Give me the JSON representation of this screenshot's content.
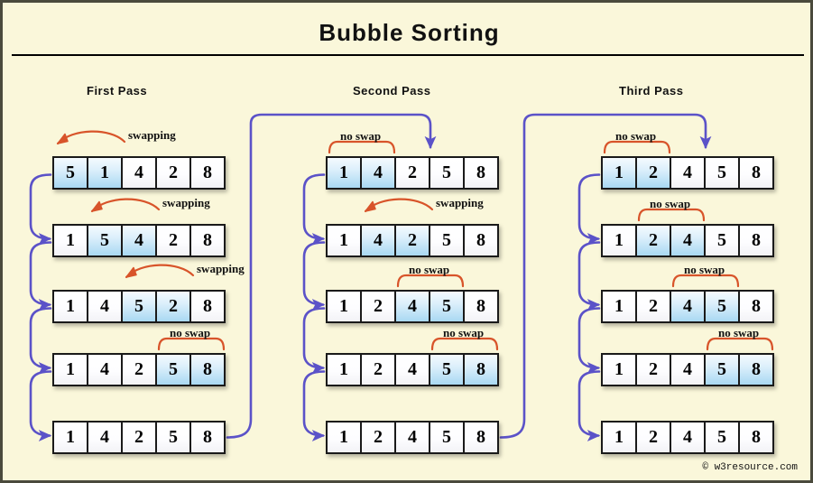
{
  "title": "Bubble  Sorting",
  "copyright": "© w3resource.com",
  "colors": {
    "background": "#FAF7DA",
    "frame": "#4a4a3c",
    "cell_border": "#1a1a1a",
    "highlight_blue": "#a9d8f2",
    "connector_blue": "#5b52c8",
    "annotation_red": "#d8542a"
  },
  "annotations": {
    "swapping": "swapping",
    "no_swap": "no swap"
  },
  "passes": [
    {
      "label": "First  Pass",
      "rows": [
        {
          "values": [
            "5",
            "1",
            "4",
            "2",
            "8"
          ],
          "highlight": [
            0,
            1
          ],
          "note": "swapping",
          "note_kind": "swap",
          "note_span": [
            0,
            1
          ]
        },
        {
          "values": [
            "1",
            "5",
            "4",
            "2",
            "8"
          ],
          "highlight": [
            1,
            2
          ],
          "note": "swapping",
          "note_kind": "swap",
          "note_span": [
            1,
            2
          ]
        },
        {
          "values": [
            "1",
            "4",
            "5",
            "2",
            "8"
          ],
          "highlight": [
            2,
            3
          ],
          "note": "swapping",
          "note_kind": "swap",
          "note_span": [
            2,
            3
          ]
        },
        {
          "values": [
            "1",
            "4",
            "2",
            "5",
            "8"
          ],
          "highlight": [
            3,
            4
          ],
          "note": "no swap",
          "note_kind": "no-swap",
          "note_span": [
            3,
            4
          ]
        },
        {
          "values": [
            "1",
            "4",
            "2",
            "5",
            "8"
          ],
          "highlight": [],
          "note": "",
          "note_kind": "none",
          "note_span": []
        }
      ]
    },
    {
      "label": "Second  Pass",
      "rows": [
        {
          "values": [
            "1",
            "4",
            "2",
            "5",
            "8"
          ],
          "highlight": [
            0,
            1
          ],
          "note": "no swap",
          "note_kind": "no-swap",
          "note_span": [
            0,
            1
          ]
        },
        {
          "values": [
            "1",
            "4",
            "2",
            "5",
            "8"
          ],
          "highlight": [
            1,
            2
          ],
          "note": "swapping",
          "note_kind": "swap",
          "note_span": [
            1,
            2
          ]
        },
        {
          "values": [
            "1",
            "2",
            "4",
            "5",
            "8"
          ],
          "highlight": [
            2,
            3
          ],
          "note": "no swap",
          "note_kind": "no-swap",
          "note_span": [
            2,
            3
          ]
        },
        {
          "values": [
            "1",
            "2",
            "4",
            "5",
            "8"
          ],
          "highlight": [
            3,
            4
          ],
          "note": "no swap",
          "note_kind": "no-swap",
          "note_span": [
            3,
            4
          ]
        },
        {
          "values": [
            "1",
            "2",
            "4",
            "5",
            "8"
          ],
          "highlight": [],
          "note": "",
          "note_kind": "none",
          "note_span": []
        }
      ]
    },
    {
      "label": "Third  Pass",
      "rows": [
        {
          "values": [
            "1",
            "2",
            "4",
            "5",
            "8"
          ],
          "highlight": [
            0,
            1
          ],
          "note": "no swap",
          "note_kind": "no-swap",
          "note_span": [
            0,
            1
          ]
        },
        {
          "values": [
            "1",
            "2",
            "4",
            "5",
            "8"
          ],
          "highlight": [
            1,
            2
          ],
          "note": "no swap",
          "note_kind": "no-swap",
          "note_span": [
            1,
            2
          ]
        },
        {
          "values": [
            "1",
            "2",
            "4",
            "5",
            "8"
          ],
          "highlight": [
            2,
            3
          ],
          "note": "no swap",
          "note_kind": "no-swap",
          "note_span": [
            2,
            3
          ]
        },
        {
          "values": [
            "1",
            "2",
            "4",
            "5",
            "8"
          ],
          "highlight": [
            3,
            4
          ],
          "note": "no swap",
          "note_kind": "no-swap",
          "note_span": [
            3,
            4
          ]
        },
        {
          "values": [
            "1",
            "2",
            "4",
            "5",
            "8"
          ],
          "highlight": [],
          "note": "",
          "note_kind": "none",
          "note_span": []
        }
      ]
    }
  ]
}
